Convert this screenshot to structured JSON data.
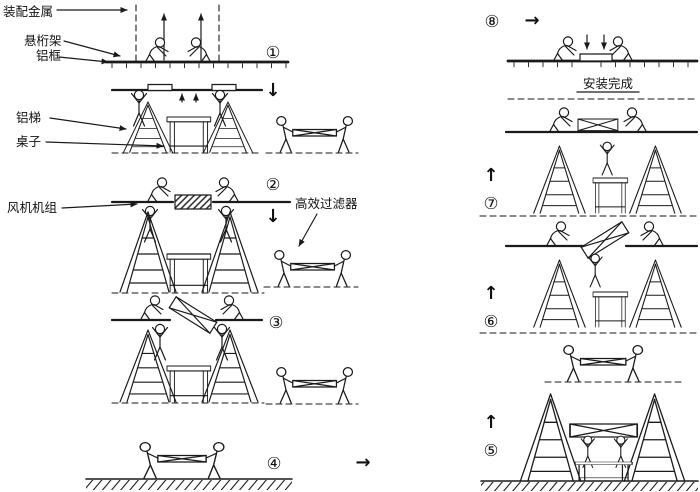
{
  "figure": {
    "background": "#ffffff",
    "ink_color": "#1a1a1a",
    "labels": {
      "assembly_metal": "装配金属",
      "suspension_truss": "悬桁架",
      "aluminum_frame": "铝框",
      "aluminum_ladder": "铝梯",
      "table": "桌子",
      "fan_unit": "风机机组",
      "hepa_filter": "高效过滤器",
      "installation_complete": "安装完成"
    },
    "steps": {
      "step1": "①",
      "step2": "②",
      "step3": "③",
      "step4": "④",
      "step5": "⑤",
      "step6": "⑥",
      "step7": "⑦",
      "step8": "⑧"
    },
    "arrows": {
      "down": "↓",
      "up": "↑",
      "right": "→"
    }
  }
}
